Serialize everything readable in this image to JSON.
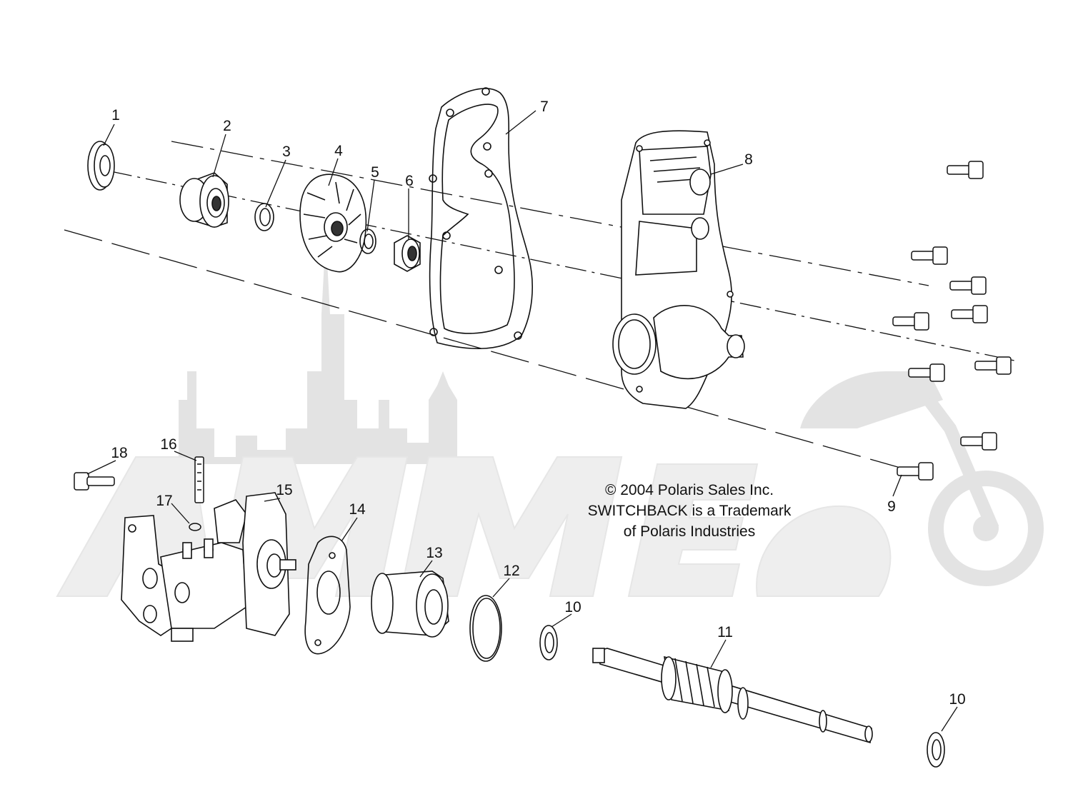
{
  "colors": {
    "line": "#111111",
    "watermark": "#e2e2e2",
    "background": "#ffffff"
  },
  "callouts": [
    "1",
    "2",
    "3",
    "4",
    "5",
    "6",
    "7",
    "8",
    "9",
    "10",
    "11",
    "12",
    "13",
    "14",
    "15",
    "16",
    "17",
    "18",
    "10"
  ],
  "notice": {
    "line1": "© 2004 Polaris Sales Inc.",
    "line2": "SWITCHBACK is a Trademark",
    "line3": "of Polaris Industries"
  },
  "watermark": {
    "icon": "city-skyline-and-motorcycle-logo"
  }
}
